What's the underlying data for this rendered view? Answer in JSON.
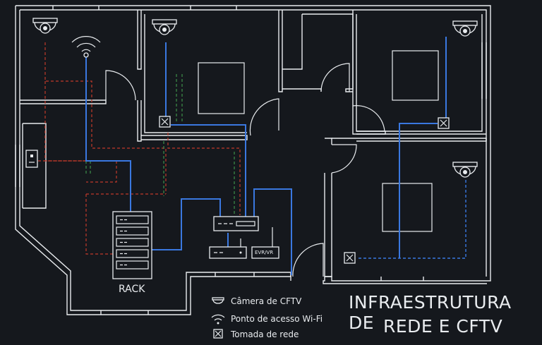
{
  "title_lines": [
    "INFRAESTRUTURA DE",
    "REDE E CFTV"
  ],
  "labels": {
    "rack": "RACK",
    "recorder": "EVR/VR"
  },
  "legend": {
    "camera": "Câmera de CFTV",
    "wifi": "Ponto de acesso Wi-Fi",
    "outlet": "Tomada de rede"
  },
  "colors": {
    "background": "#15181d",
    "walls": "#e9ecef",
    "network_cable": "#3a78e0",
    "cftv_cable": "#c0392b",
    "aux_cable": "#3e8f4b"
  }
}
